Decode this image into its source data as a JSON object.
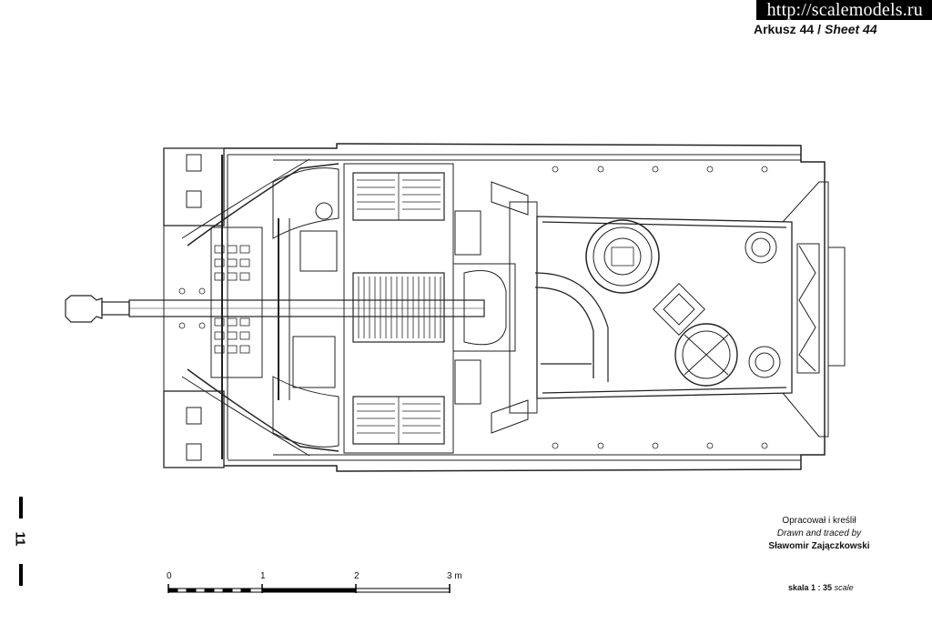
{
  "watermark": {
    "url": "http://scalemodels.ru"
  },
  "header": {
    "sheet_pl": "Arkusz 44",
    "sheet_en": "Sheet 44"
  },
  "credits": {
    "line1": "Opracował i kreślił",
    "line2": "Drawn and traced by",
    "author": "Sławomir Zajączkowski"
  },
  "scale_bar": {
    "labels": [
      "0",
      "1",
      "2",
      "3 m"
    ],
    "scale_text_pl": "skala 1 : 35",
    "scale_text_en": "scale"
  },
  "page_number": "11"
}
